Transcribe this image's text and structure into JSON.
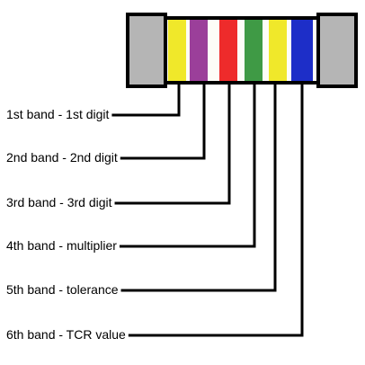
{
  "bands": [
    {
      "color": "#f0e82a",
      "label": "1st band - 1st digit"
    },
    {
      "color": "#9b3f9a",
      "label": "2nd band - 2nd digit"
    },
    {
      "color": "#ee2b2b",
      "label": "3rd band - 3rd digit"
    },
    {
      "color": "#3f9a45",
      "label": "4th band - multiplier"
    },
    {
      "color": "#f0e82a",
      "label": "5th band - tolerance"
    },
    {
      "color": "#1d2ec8",
      "label": "6th band - TCR value"
    }
  ],
  "colors": {
    "resistor_body": "#fdfdf7",
    "end_caps": "#b5b5b5",
    "outline": "#000000",
    "leader_lines": "#000000"
  }
}
